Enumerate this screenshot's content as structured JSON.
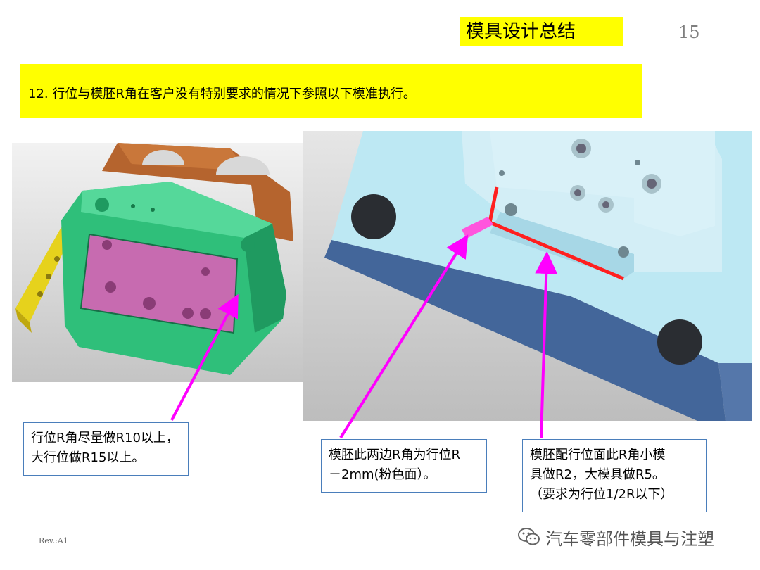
{
  "header": {
    "title": "模具设计总结",
    "page_number": "15"
  },
  "banner": {
    "text": "12. 行位与模胚R角在客户没有特别要求的情况下参照以下模准执行。"
  },
  "images": {
    "left": "slider-assembly-render",
    "right": "mold-base-corner-render"
  },
  "callouts": {
    "left": [
      "行位R角尽量做R10以上，",
      "大行位做R15以上。"
    ],
    "middle": [
      "模胚此两边R角为行位R",
      "－2mm(粉色面）。"
    ],
    "right": [
      "模胚配行位面此R角小模",
      "具做R2，大模具做R5。",
      "（要求为行位1/2R以下）"
    ]
  },
  "footer": {
    "revision": "Rev.:A1",
    "brand": "汽车零部件模具与注塑"
  },
  "colors": {
    "highlight": "#ffff00",
    "arrow": "#ff00ff",
    "callout_border": "#4a7ebb"
  }
}
